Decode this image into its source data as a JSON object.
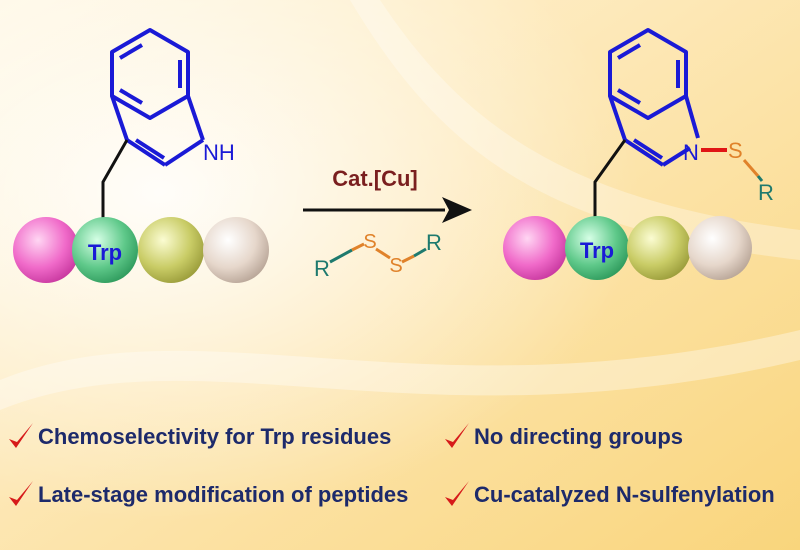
{
  "scheme": {
    "reagent_top": "Cat.[Cu]",
    "reagent_bottom": {
      "R1": "R",
      "S1": "S",
      "S2": "S",
      "R2": "R"
    },
    "start": {
      "residue_label": "Trp",
      "nh_label": "NH"
    },
    "product": {
      "residue_label": "Trp",
      "n_label": "N",
      "s_label": "S",
      "r_label": "R"
    }
  },
  "features": [
    {
      "text": "Chemoselectivity for Trp residues"
    },
    {
      "text": "No directing groups"
    },
    {
      "text": "Late-stage modification of peptides"
    },
    {
      "text": "Cu-catalyzed N-sulfenylation"
    }
  ],
  "colors": {
    "bond_blue": "#1a1ad6",
    "arrow": "#111111",
    "reagent_text": "#7a1f1f",
    "disulfide_s": "#e0822a",
    "r_group": "#1e7a6e",
    "new_bond": "#e01515",
    "check": "#d61a1a",
    "bullet_text": "#1d2a6b",
    "bead_pink": "#f06ac9",
    "bead_green": "#5fc98a",
    "bead_olive": "#c9cc66",
    "bead_beige": "#e6d7cb"
  }
}
